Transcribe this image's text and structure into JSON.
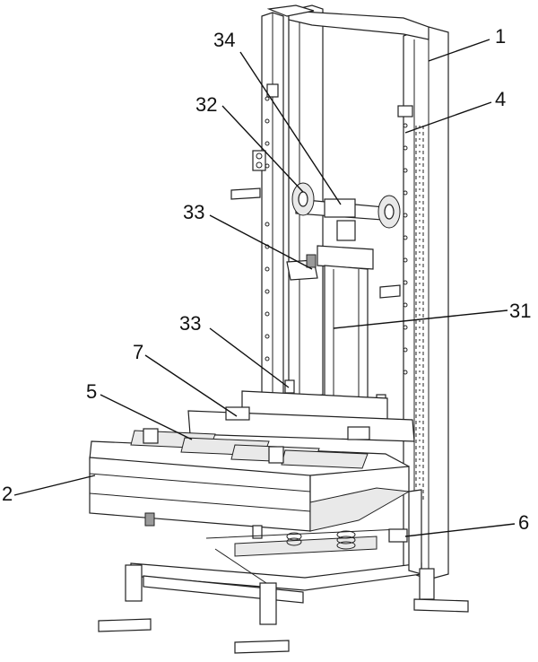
{
  "figure": {
    "labels": [
      {
        "id": "1",
        "text": "1"
      },
      {
        "id": "4",
        "text": "4"
      },
      {
        "id": "34",
        "text": "34"
      },
      {
        "id": "32",
        "text": "32"
      },
      {
        "id": "33a",
        "text": "33"
      },
      {
        "id": "31",
        "text": "31"
      },
      {
        "id": "33b",
        "text": "33"
      },
      {
        "id": "7",
        "text": "7"
      },
      {
        "id": "5",
        "text": "5"
      },
      {
        "id": "2",
        "text": "2"
      },
      {
        "id": "6",
        "text": "6"
      }
    ]
  }
}
